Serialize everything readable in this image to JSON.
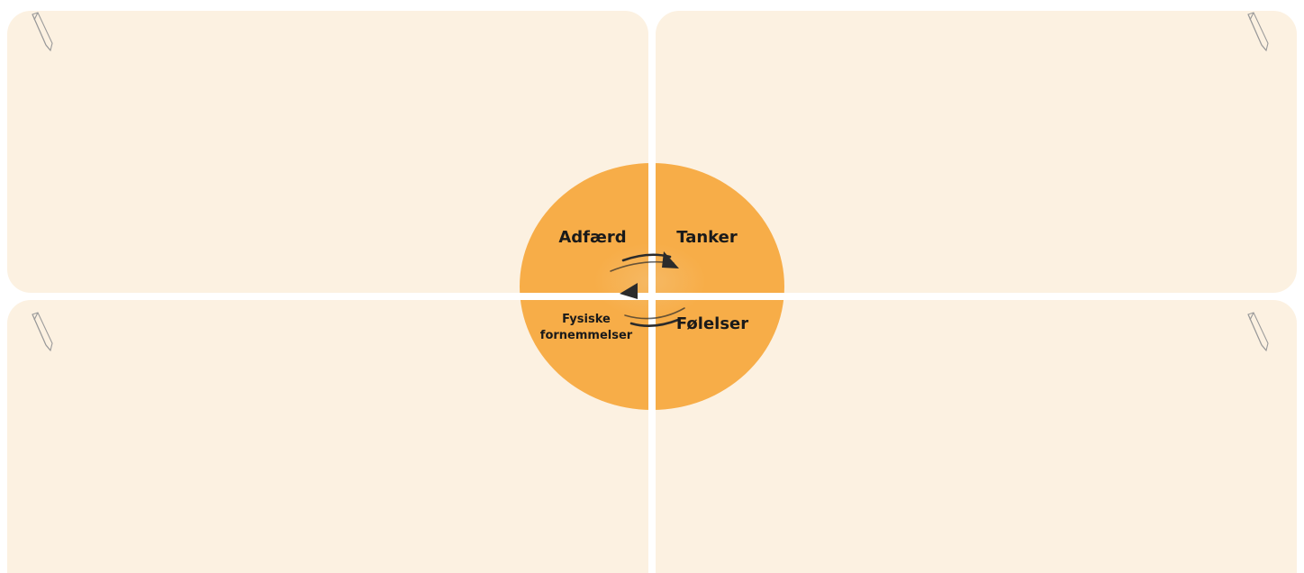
{
  "diagram": {
    "quadrants": {
      "top_left": "Adfærd",
      "top_right": "Tanker",
      "bottom_left_line1": "Fysiske",
      "bottom_left_line2": "fornemmelser",
      "bottom_right": "Følelser"
    },
    "colors": {
      "panel_fill": "#fcf1e1",
      "circle_fill": "#f7ad48",
      "divider": "#ffffff",
      "arrow": "#2b2b2b"
    },
    "icons": {
      "panel_icon": "pencil-icon",
      "center_icon": "cycle-arrows-icon"
    }
  }
}
